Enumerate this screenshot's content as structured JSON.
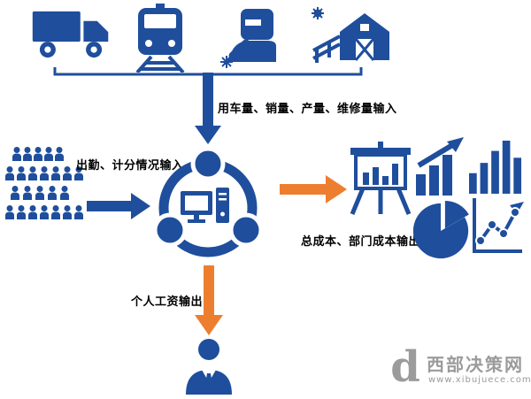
{
  "diagram": {
    "inputs": {
      "top_label": "用车量、销量、产量、维修量输入",
      "left_label": "出勤、计分情况输入"
    },
    "outputs": {
      "right_label": "总成本、部门成本输出",
      "bottom_label": "个人工资输出"
    }
  },
  "watermark": {
    "logo_letter": "d",
    "site_name": "西部决策网",
    "site_url": "www.xibujuece.com"
  },
  "colors": {
    "primary_blue": "#1f4e9c",
    "accent_orange": "#ee7e2f",
    "watermark_gray": "#9b9b9b",
    "label_black": "#000000",
    "background": "#ffffff"
  },
  "icons": [
    "truck-icon",
    "train-icon",
    "welder-icon",
    "farm-icon",
    "crowd-icon",
    "hub-computer-icon",
    "easel-chart-icon",
    "bar-chart-growth-icon",
    "bar-chart-icon",
    "pie-chart-icon",
    "line-chart-icon",
    "person-icon",
    "watermark-logo"
  ]
}
